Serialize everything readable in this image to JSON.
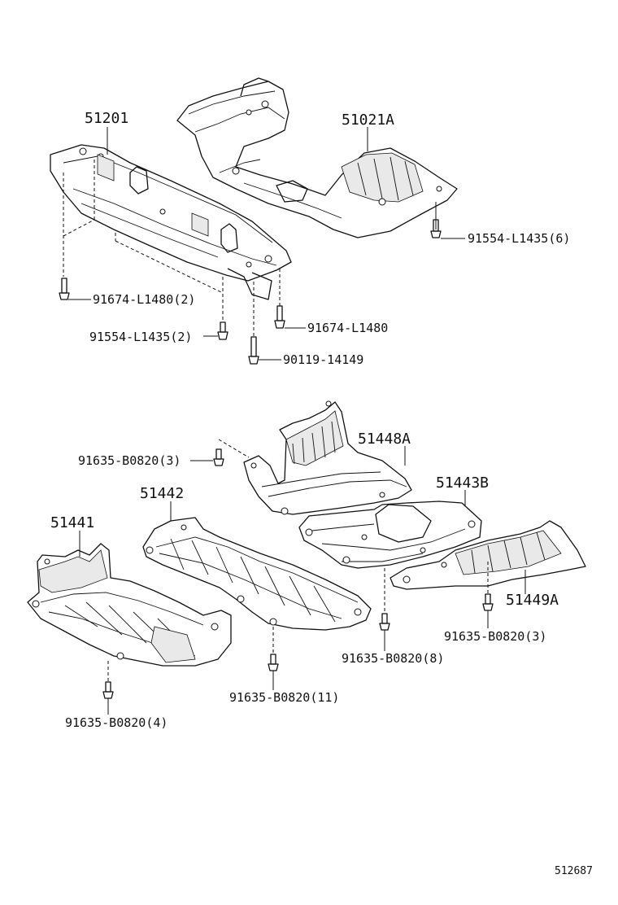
{
  "labels": {
    "p51201": "51201",
    "p51021A": "51021A",
    "b91554_6": "91554-L1435(6)",
    "b91674_2": "91674-L1480(2)",
    "b91674": "91674-L1480",
    "b91554_2": "91554-L1435(2)",
    "b90119": "90119-14149",
    "p51448A": "51448A",
    "s91635_3a": "91635-B0820(3)",
    "p51442": "51442",
    "p51443B": "51443B",
    "p51441": "51441",
    "p51449A": "51449A",
    "s91635_3b": "91635-B0820(3)",
    "s91635_8": "91635-B0820(8)",
    "s91635_11": "91635-B0820(11)",
    "s91635_4": "91635-B0820(4)"
  },
  "diagram_ref": "512687"
}
